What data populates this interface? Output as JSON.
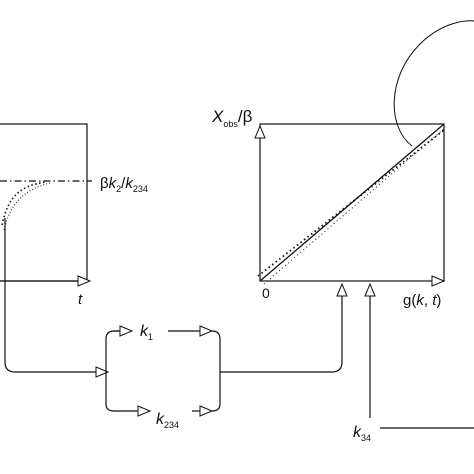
{
  "left_plot": {
    "x_label": "t",
    "plateau_label": {
      "beta": "β",
      "k": "k",
      "sub_a": "2",
      "slash": "/",
      "k2": "k",
      "sub_b": "234"
    }
  },
  "right_plot": {
    "y_label": {
      "main": "X",
      "sub": "obs",
      "tail": "/β"
    },
    "origin_label": "0",
    "x_label": {
      "pre": "g(",
      "k": "k",
      "mid": ", ",
      "t": "t",
      "post": ")"
    }
  },
  "flow": {
    "k1": {
      "k": "k",
      "sub": "1"
    },
    "k234": {
      "k": "k",
      "sub": "234"
    },
    "k34": {
      "k": "k",
      "sub": "34"
    }
  }
}
